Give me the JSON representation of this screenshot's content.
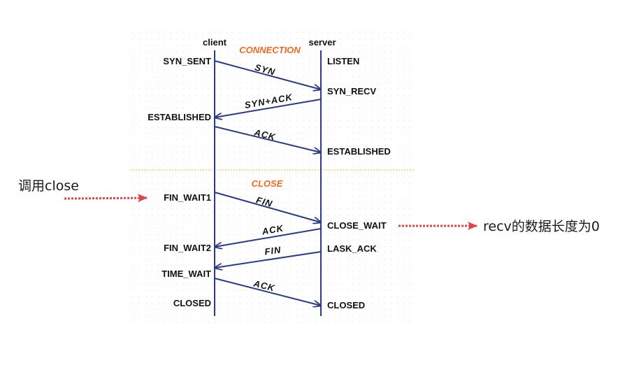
{
  "headers": {
    "client": "client",
    "server": "server"
  },
  "sections": {
    "connection": "CONNECTION",
    "close": "CLOSE"
  },
  "client_states": {
    "syn_sent": "SYN_SENT",
    "established": "ESTABLISHED",
    "fin_wait1": "FIN_WAIT1",
    "fin_wait2": "FIN_WAIT2",
    "time_wait": "TIME_WAIT",
    "closed": "CLOSED"
  },
  "server_states": {
    "listen": "LISTEN",
    "syn_recv": "SYN_RECV",
    "established": "ESTABLISHED",
    "close_wait": "CLOSE_WAIT",
    "lask_ack": "LASK_ACK",
    "closed": "CLOSED"
  },
  "messages": {
    "syn": "SYN",
    "syn_ack": "SYN+ACK",
    "ack1": "ACK",
    "fin1": "FIN",
    "ack2": "ACK",
    "fin2": "FIN",
    "ack3": "ACK"
  },
  "annotations": {
    "left": "调用close",
    "right": "recv的数据长度为0"
  },
  "colors": {
    "lifeline": "#2b3a87",
    "section_label": "#ef6a22",
    "divider": "#f2d27a",
    "annotation_arrow": "#e04646",
    "grid_dot": "#e4e4e4"
  }
}
